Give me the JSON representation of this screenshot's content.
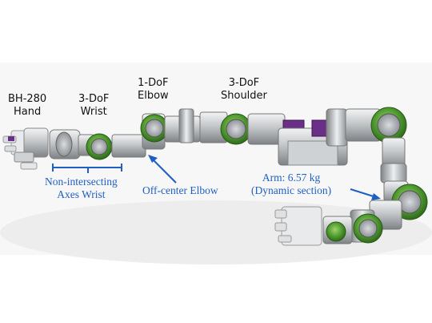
{
  "labels": {
    "hand": [
      "BH-280",
      "Hand"
    ],
    "wrist": [
      "3-DoF",
      "Wrist"
    ],
    "elbow": [
      "1-DoF",
      "Elbow"
    ],
    "shoulder": [
      "3-DoF",
      "Shoulder"
    ]
  },
  "annotations": {
    "non_intersecting": [
      "Non-intersecting",
      "Axes Wrist"
    ],
    "off_center": "Off-center Elbow",
    "arm": [
      "Arm: 6.57 kg",
      "(Dynamic section)"
    ]
  },
  "colors": {
    "accent_green": "#3f8f2a",
    "annotation_blue": "#1f5fc4",
    "metal": "#b9bcc0",
    "purple": "#6a2f86"
  }
}
